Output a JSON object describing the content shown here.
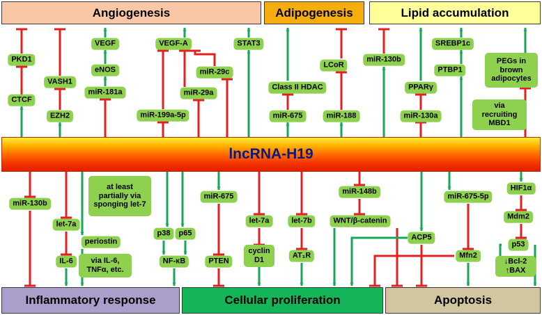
{
  "colors": {
    "activation": "#1aa659",
    "inhibition": "#e32020",
    "node_fill": "#8ed14f"
  },
  "headers": {
    "angiogenesis": "Angiogenesis",
    "adipogenesis": "Adipogenesis",
    "lipid_accumulation": "Lipid accumulation",
    "inflammatory_response": "Inflammatory response",
    "cellular_proliferation": "Cellular proliferation",
    "apoptosis": "Apoptosis"
  },
  "hub": "lncRNA-H19",
  "upper_nodes": {
    "pkd1": "PKD1",
    "ctcf": "CTCF",
    "vash1": "VASH1",
    "ezh2": "EZH2",
    "vegf": "VEGF",
    "enos": "eNOS",
    "mir181a": "miR-181a",
    "vegfa": "VEGF-A",
    "mir29c": "miR-29c",
    "mir29a": "miR-29a",
    "mir199a": "miR-199a-5p",
    "stat3": "STAT3",
    "class2hdac": "Class II HDAC",
    "mir675": "miR-675",
    "lcor": "LCoR",
    "mir188": "miR-188",
    "mir130b": "miR-130b",
    "srebp1c": "SREBP1c",
    "ptbp1": "PTBP1",
    "ppar": "PPARγ",
    "mir130a": "miR-130a",
    "pegs": "PEGs in brown adipocytes",
    "mbd1": "via recruiting MBD1"
  },
  "lower_nodes": {
    "mir130b": "miR-130b",
    "let7a": "let-7a",
    "il6": "IL-6",
    "sponging_note": "at least partially via sponging let-7",
    "periostin": "periostin",
    "il6_tnf_note": "via IL-6, TNFα, etc.",
    "p38": "p38",
    "p65": "p65",
    "nfkb": "NF-κB",
    "mir675": "miR-675",
    "pten": "PTEN",
    "let7a_b": "let-7a",
    "cyclin": "cyclin D1",
    "let7b": "let-7b",
    "at1r": "AT₁R",
    "mir148b": "miR-148b",
    "wnt": "WNT/β-catenin",
    "acp5": "ACP5",
    "mir675_5p": "miR-675-5p",
    "mfn2": "Mfn2",
    "hif1a": "HIF1α",
    "mdm2": "Mdm2",
    "p53": "p53",
    "bcl2_bax": "↓Bcl-2 ↑BAX"
  }
}
